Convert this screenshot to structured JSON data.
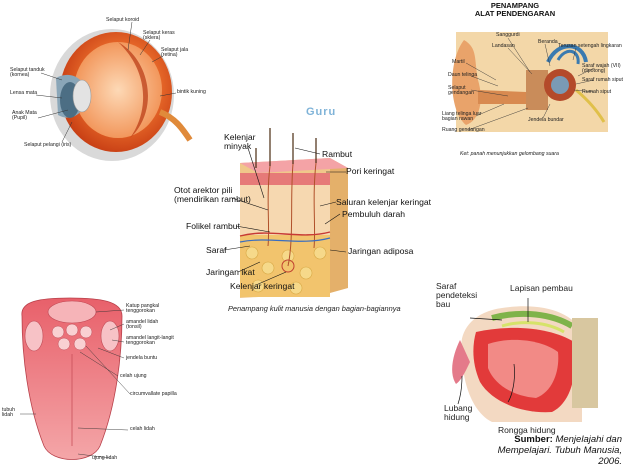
{
  "eye": {
    "labels": {
      "koroid": "Selaput koroid",
      "sklera": "Selaput keras\n(sklera)",
      "retina": "Selaput jala\n(retina)",
      "kornea": "Selaput tanduk\n(kornea)",
      "lensa": "Lensa mata",
      "pupil": "Anak Mata\n(Pupil)",
      "bintik": "bintik kuning",
      "iris": "Selaput pelangi (iris)"
    }
  },
  "ear": {
    "title": "PENAMPANG\nALAT PENDENGARAN",
    "labels": {
      "sanggurdi": "Sanggurdi",
      "landasan": "Landasan",
      "beranda": "Beranda",
      "saluran_lingkaran": "Terusan setengah lingkaran",
      "martil": "Martil",
      "daun": "Daun telinga",
      "selaput": "Selaput\ngendangan",
      "liang": "Liang telinga luar\nbagian rawan",
      "ruang": "Ruang gendangan",
      "saraf_vii": "Saraf wajah (VII)\n(dipotong)",
      "saraf_siput": "Saraf rumah siput",
      "rumah_siput": "Rumah siput",
      "jendela_bundar": "Jendela bundar",
      "keterangan": "Ket: panah menunjukkan gelombang suara"
    }
  },
  "watermark": "Guru",
  "skin": {
    "labels": {
      "kelenjar_minyak": "Kelenjar\nminyak",
      "rambut": "Rambut",
      "pori": "Pori keringat",
      "otot": "Otot arektor pili\n(mendirikan rambut)",
      "saluran": "Saluran kelenjar keringat",
      "pembuluh": "Pembuluh darah",
      "folikel": "Folikel rambut",
      "saraf": "Saraf",
      "jaringan_adiposa": "Jaringan adiposa",
      "jaringan_ikat": "Jaringan ikat",
      "kelenjar_keringat": "Kelenjar keringat"
    },
    "caption": "Penampang kulit manusia dengan bagian-bagiannya"
  },
  "tongue": {
    "labels": {
      "katup": "Katup pangkal\ntenggorokan",
      "amandel_lidah": "amandel lidah\n(tonsil)",
      "amandel_langit": "amandel langit-langit\ntenggorokan",
      "jendela_buntu": "jendela buntu",
      "celah_ujung": "celah ujung",
      "circumvallate": "circumvallate papilla",
      "tubuh": "tubuh\nlidah",
      "celah_lidah": "celah lidah",
      "ujung": "ujung lidah"
    }
  },
  "nose": {
    "labels": {
      "saraf": "Saraf\npendeteksi\nbau",
      "lapisan": "Lapisan  pembau",
      "lubang": "Lubang\nhidung",
      "rongga": "Rongga hidung"
    },
    "source_label": "Sumber:",
    "source_text": "Menjelajahi dan\nMempelajari. Tubuh Manusia,\n2006."
  }
}
